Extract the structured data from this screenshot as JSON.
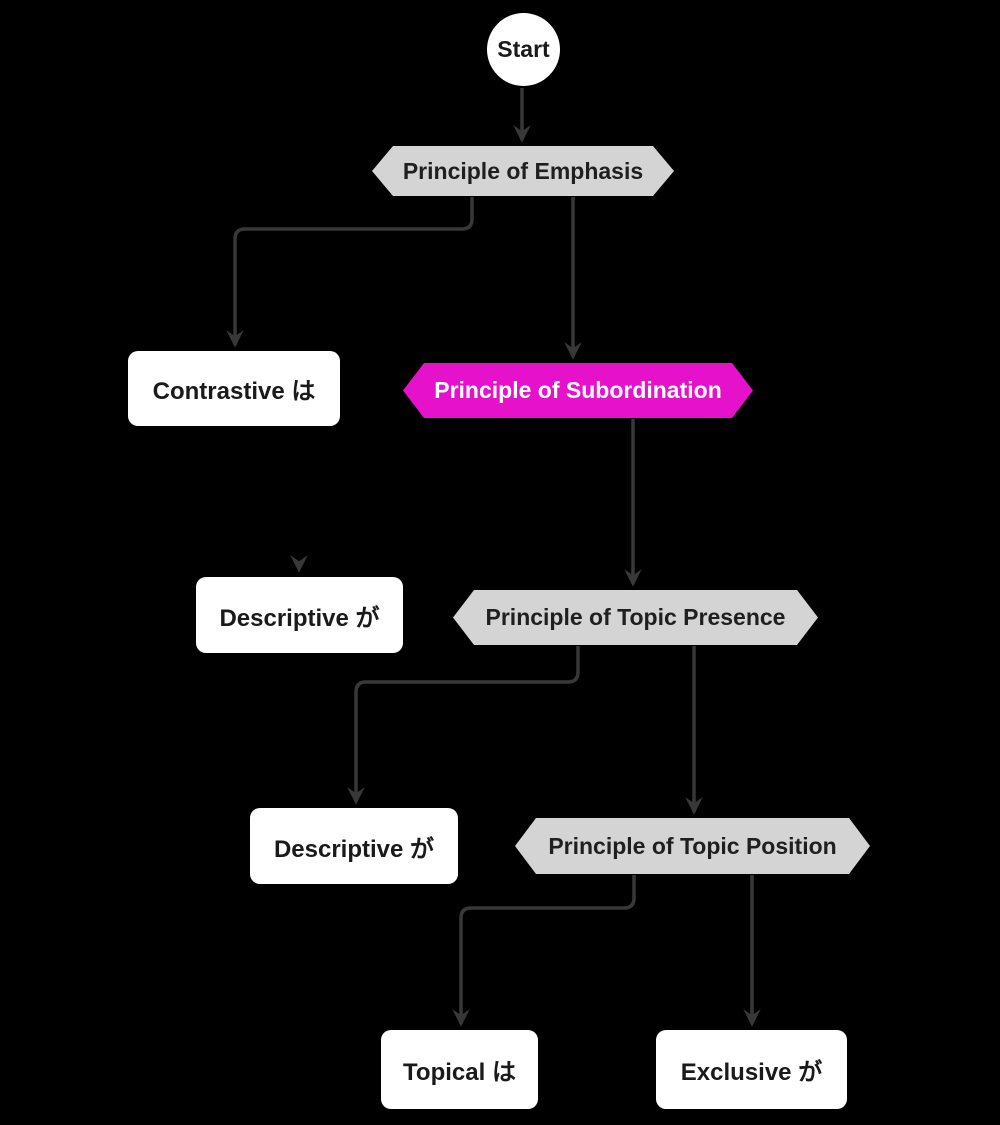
{
  "diagram": {
    "type": "flowchart",
    "direction": "top-down",
    "nodes": {
      "start": {
        "label": "Start",
        "shape": "circle",
        "fill": "#ffffff",
        "text_color": "#1a1a1a"
      },
      "emphasis": {
        "label": "Principle of Emphasis",
        "shape": "hexagon",
        "fill": "#d4d4d4",
        "text_color": "#1f1f1f"
      },
      "contrastive": {
        "label": "Contrastive は",
        "shape": "rounded-rect",
        "fill": "#ffffff",
        "text_color": "#1a1a1a"
      },
      "subordination": {
        "label": "Principle of Subordination",
        "shape": "hexagon",
        "fill": "#e611ca",
        "text_color": "#ffffff"
      },
      "descriptive1": {
        "label": "Descriptive が",
        "shape": "rounded-rect",
        "fill": "#ffffff",
        "text_color": "#1a1a1a"
      },
      "topic_presence": {
        "label": "Principle of Topic Presence",
        "shape": "hexagon",
        "fill": "#d4d4d4",
        "text_color": "#1f1f1f"
      },
      "descriptive2": {
        "label": "Descriptive が",
        "shape": "rounded-rect",
        "fill": "#ffffff",
        "text_color": "#1a1a1a"
      },
      "topic_position": {
        "label": "Principle of Topic Position",
        "shape": "hexagon",
        "fill": "#d4d4d4",
        "text_color": "#1f1f1f"
      },
      "topical": {
        "label": "Topical は",
        "shape": "rounded-rect",
        "fill": "#ffffff",
        "text_color": "#1a1a1a"
      },
      "exclusive": {
        "label": "Exclusive が",
        "shape": "rounded-rect",
        "fill": "#ffffff",
        "text_color": "#1a1a1a"
      }
    },
    "edges": [
      {
        "from": "start",
        "to": "emphasis",
        "label": ""
      },
      {
        "from": "emphasis",
        "to": "contrastive",
        "label": ""
      },
      {
        "from": "emphasis",
        "to": "subordination",
        "label": ""
      },
      {
        "from": "subordination",
        "to": "topic_presence",
        "label": ""
      },
      {
        "from": null,
        "to": "descriptive1",
        "label": "",
        "note": "only arrowhead visible above node"
      },
      {
        "from": "topic_presence",
        "to": "descriptive2",
        "label": ""
      },
      {
        "from": "topic_presence",
        "to": "topic_position",
        "label": ""
      },
      {
        "from": "topic_position",
        "to": "topical",
        "label": ""
      },
      {
        "from": "topic_position",
        "to": "exclusive",
        "label": ""
      }
    ],
    "colors": {
      "background": "#000000",
      "edge": "#383838",
      "node_gray": "#d4d4d4",
      "node_gray_text": "#1f1f1f",
      "node_white": "#ffffff",
      "node_white_text": "#1a1a1a",
      "accent_magenta": "#e611ca",
      "accent_magenta_text": "#ffffff"
    }
  }
}
